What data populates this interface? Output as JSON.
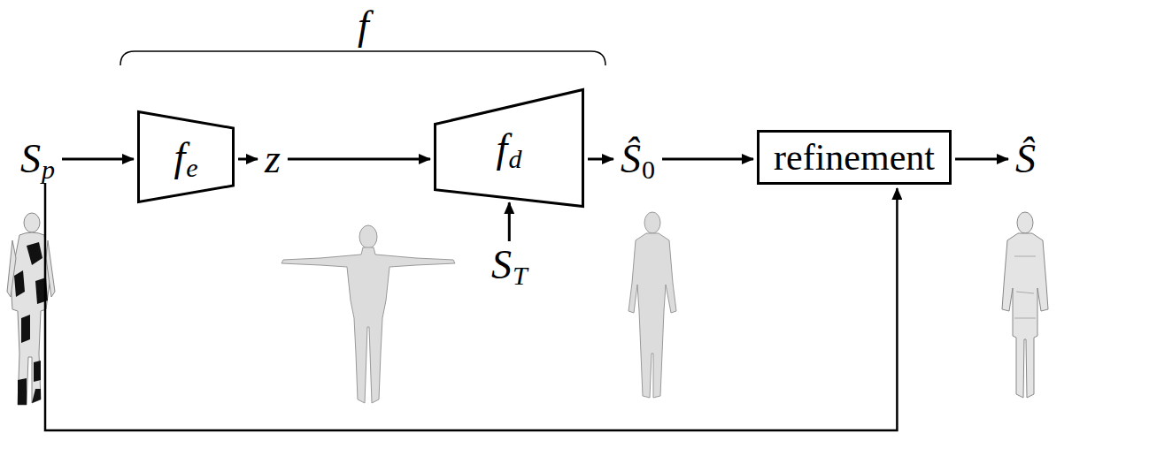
{
  "diagram": {
    "nodes": [
      {
        "text": [
          "S",
          "p"
        ]
      },
      {
        "text": [
          "f",
          "e"
        ]
      },
      {
        "text": [
          "z"
        ]
      },
      {
        "text": [
          "f",
          "d"
        ]
      },
      {
        "text": [
          "Ŝ",
          "0"
        ]
      },
      {
        "text": [
          "refinement"
        ]
      },
      {
        "text": [
          "Ŝ"
        ]
      },
      {
        "text": [
          "S",
          "T"
        ]
      }
    ],
    "edges": [
      {
        "from": 0,
        "to": 1,
        "arrow": "to"
      },
      {
        "from": 1,
        "to": 2,
        "arrow": "to"
      },
      {
        "from": 2,
        "to": 3,
        "arrow": "to"
      },
      {
        "from": 7,
        "to": 3,
        "arrow": "to"
      },
      {
        "from": 3,
        "to": 4,
        "arrow": "to"
      },
      {
        "from": 4,
        "to": 5,
        "arrow": "to"
      },
      {
        "from": 5,
        "to": 6,
        "arrow": "to"
      },
      {
        "from": 0,
        "to": 5,
        "arrow": "to"
      }
    ],
    "labels": [
      "f"
    ]
  }
}
